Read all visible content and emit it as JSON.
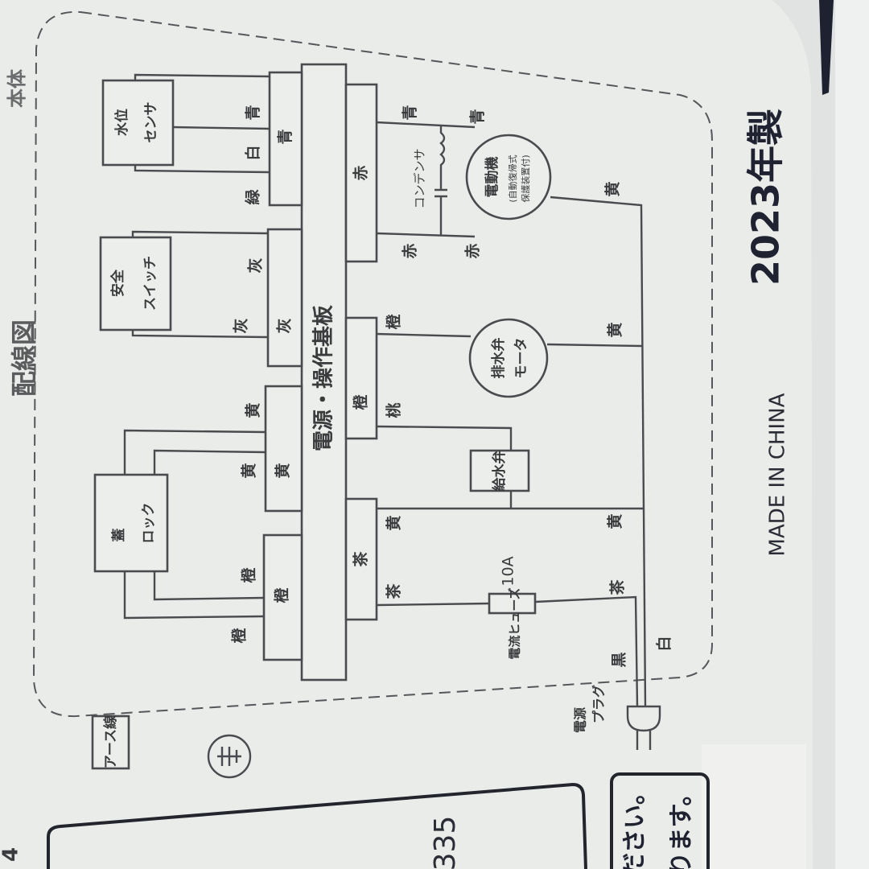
{
  "header": {
    "title": "配線図",
    "side_label": "本体",
    "page_number": "4"
  },
  "board": {
    "label": "電源・操作基板"
  },
  "components": {
    "water_level_sensor": [
      "水位",
      "センサ"
    ],
    "safety_switch": [
      "安全",
      "スイッチ"
    ],
    "lid_lock": [
      "蓋",
      "ロック"
    ],
    "water_supply_valve": "給水弁",
    "drain_valve_motor": [
      "排水弁",
      "モータ"
    ],
    "motor": [
      "電動機",
      "(自動復帰式",
      "保護装置付)"
    ],
    "capacitor": "コンデンサ",
    "fuse": {
      "label": "電流ヒューズ",
      "rating": "10A"
    },
    "power_plug": [
      "電源",
      "プラグ"
    ],
    "ground_wire": "アース線"
  },
  "wire_colors": {
    "sensor": [
      "青",
      "白",
      "緑"
    ],
    "sensor_connector": "青",
    "safety": [
      "灰",
      "灰"
    ],
    "safety_connector": "灰",
    "lid_top": [
      "黄",
      "黄"
    ],
    "lid_top_connector": "黄",
    "lid_bottom": [
      "橙",
      "橙"
    ],
    "lid_bottom_connector": "橙",
    "motor_connector": "赤",
    "motor_blue": [
      "青",
      "青"
    ],
    "motor_red": [
      "赤",
      "赤"
    ],
    "motor_return": "黄",
    "drain_connector": "橙",
    "drain_wire": "橙",
    "drain_return": "黄",
    "valve_wire": "桃",
    "power_connector": "茶",
    "power_yellow": [
      "黄",
      "黄"
    ],
    "power_brown": [
      "茶",
      "茶"
    ],
    "plug_black": "黒",
    "plug_white": "白"
  },
  "footer": {
    "made_in": "MADE IN CHINA",
    "year": "2023年製",
    "model_fragment": "335",
    "note_lines": [
      "ださい。",
      "ります。"
    ]
  }
}
